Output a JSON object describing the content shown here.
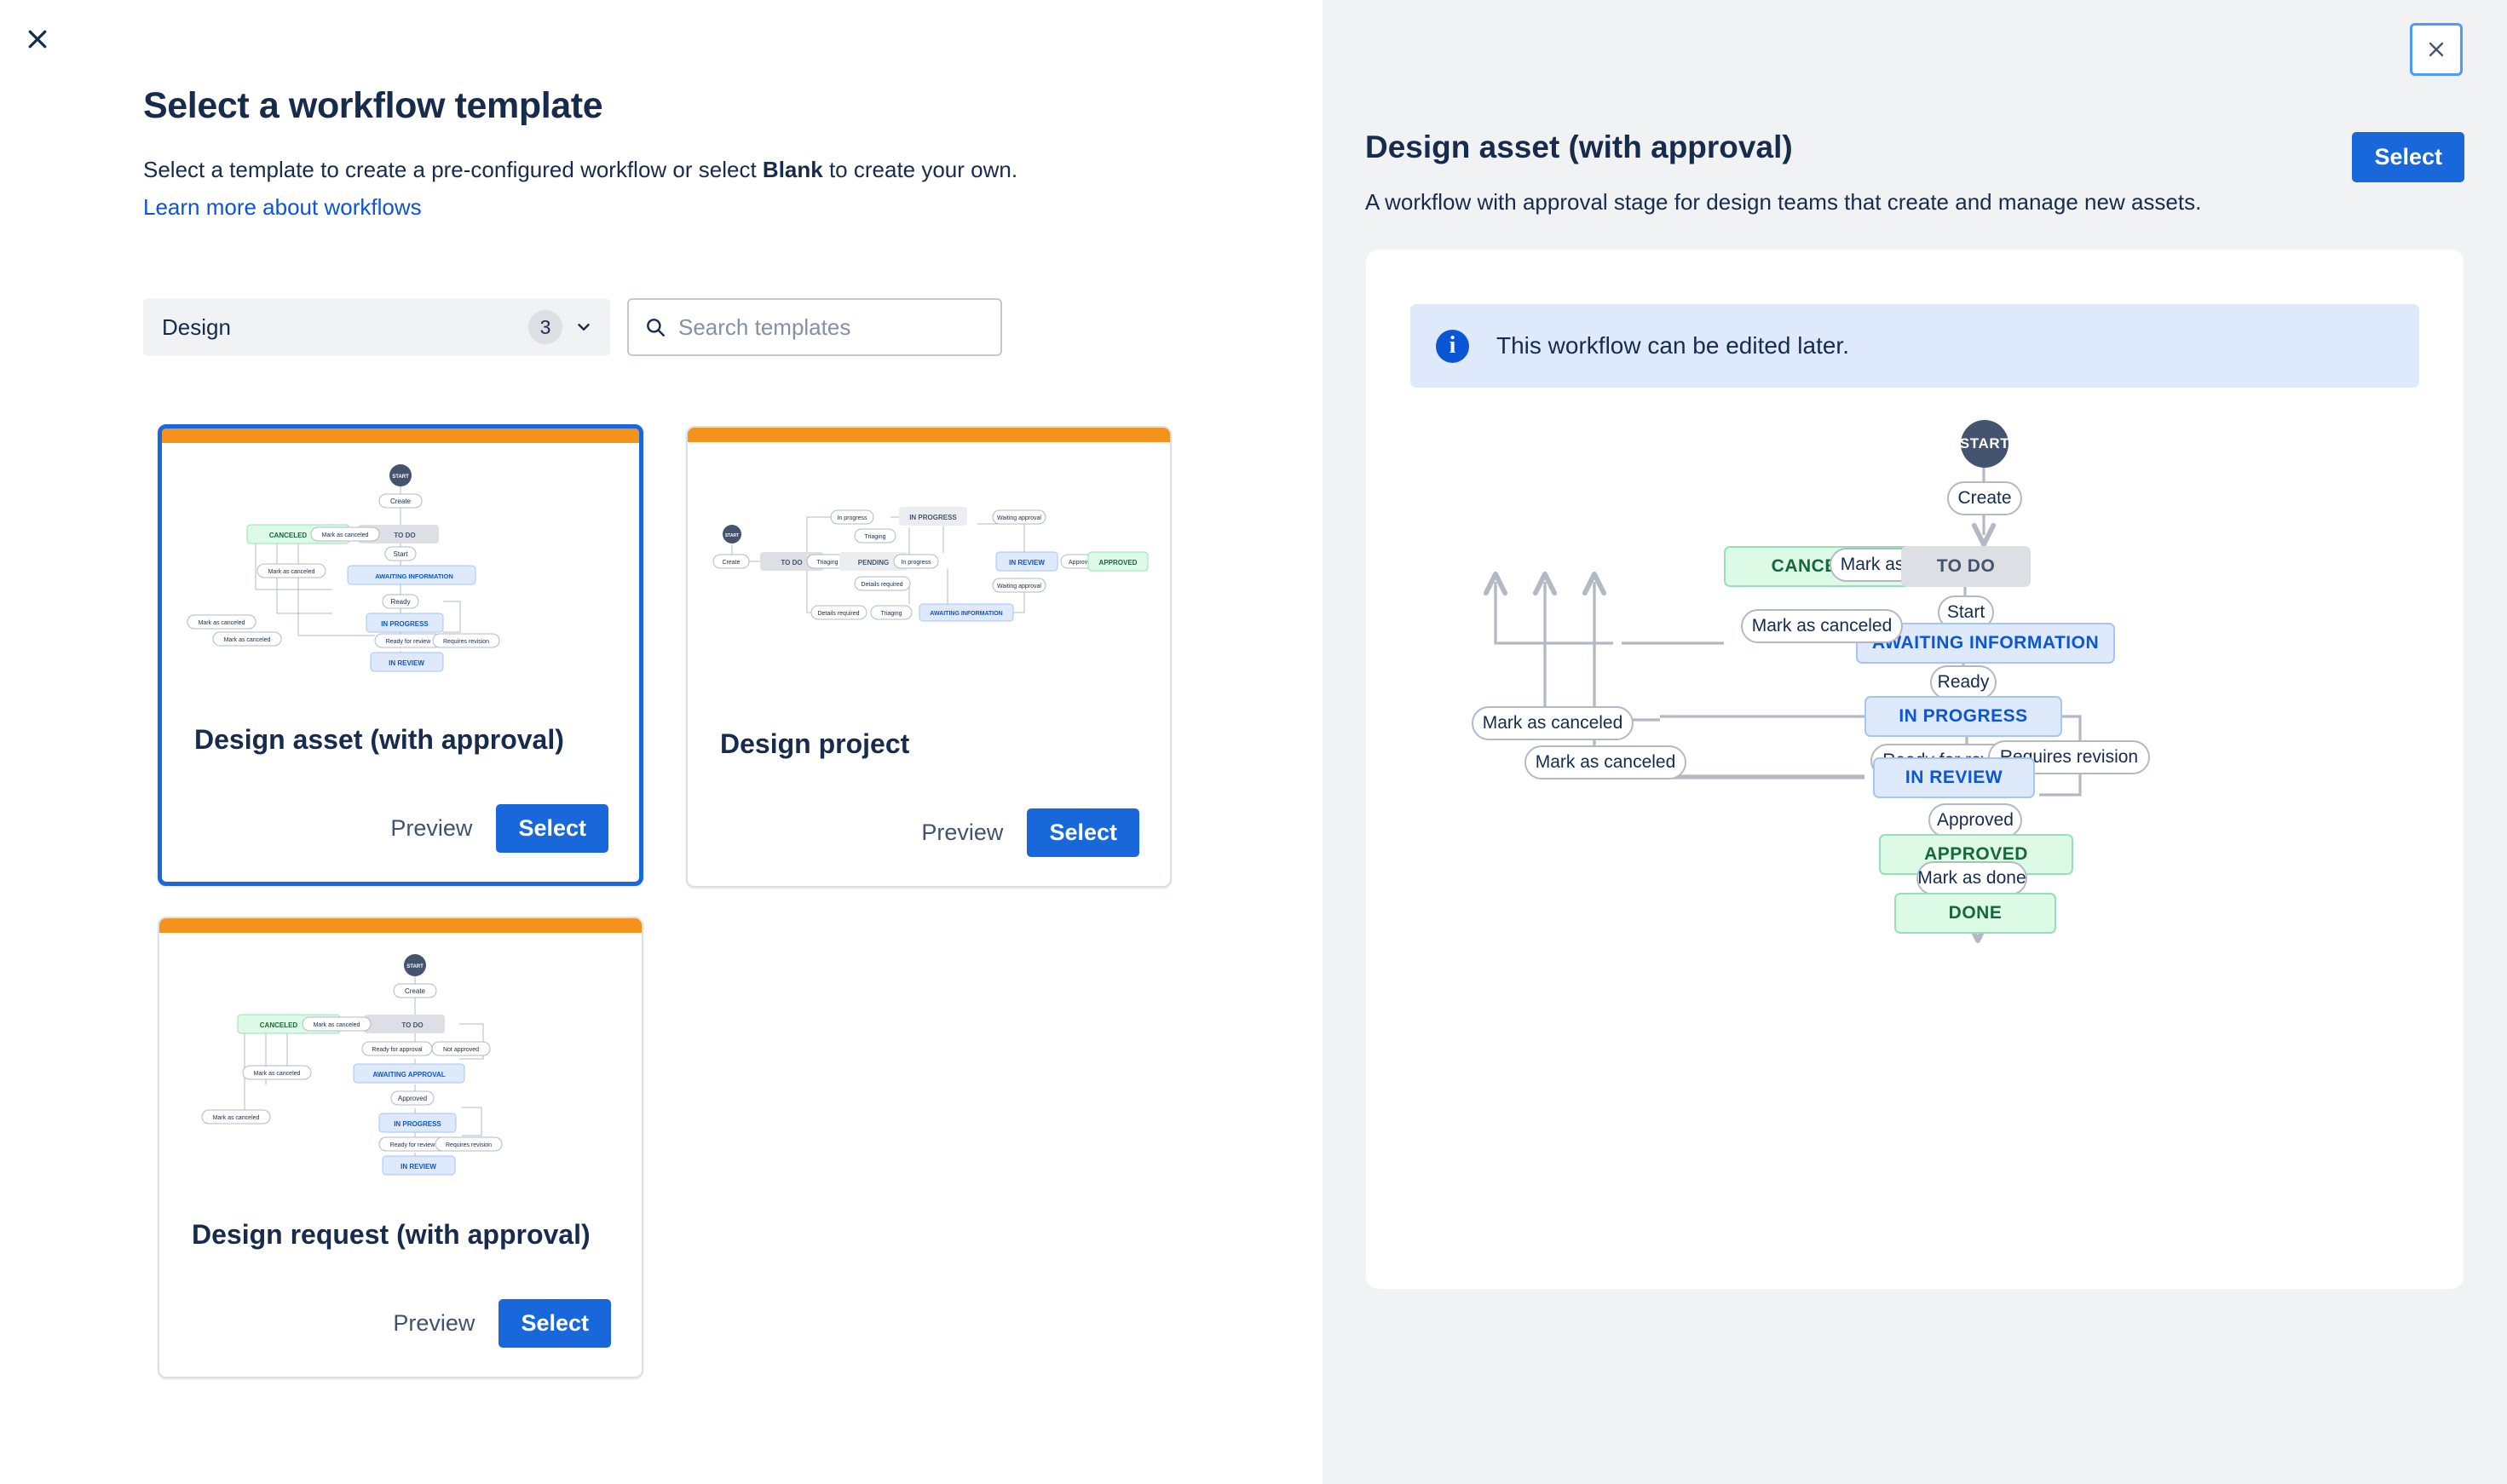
{
  "left": {
    "close_icon": "close-icon",
    "title": "Select a workflow template",
    "subtitle_pre": "Select a template to create a pre-configured workflow or select ",
    "subtitle_bold": "Blank",
    "subtitle_post": " to create your own.",
    "learn_link": "Learn more about workflows",
    "filter": {
      "label": "Design",
      "count": "3",
      "chevron_icon": "chevron-down-icon"
    },
    "search": {
      "placeholder": "Search templates",
      "value": "",
      "icon": "search-icon"
    },
    "cards": [
      {
        "name": "Design asset (with approval)",
        "preview_label": "Preview",
        "select_label": "Select",
        "accent": "#F5921B",
        "selected": true
      },
      {
        "name": "Design project",
        "preview_label": "Preview",
        "select_label": "Select",
        "accent": "#F5921B",
        "selected": false
      },
      {
        "name": "Design request (with approval)",
        "preview_label": "Preview",
        "select_label": "Select",
        "accent": "#F5921B",
        "selected": false
      }
    ]
  },
  "right": {
    "close_icon": "close-icon",
    "title": "Design asset (with approval)",
    "description": "A workflow with approval stage for design teams that create and manage new assets.",
    "select_label": "Select",
    "banner": {
      "icon": "info-icon",
      "text": "This workflow can be edited later."
    },
    "diagram": {
      "nodes": [
        {
          "id": "start",
          "label": "START",
          "kind": "start"
        },
        {
          "id": "canceled",
          "label": "CANCELED",
          "kind": "green"
        },
        {
          "id": "todo",
          "label": "TO DO",
          "kind": "gray"
        },
        {
          "id": "awaiting",
          "label": "AWAITING INFORMATION",
          "kind": "blue"
        },
        {
          "id": "inprog",
          "label": "IN PROGRESS",
          "kind": "blue"
        },
        {
          "id": "inrev",
          "label": "IN REVIEW",
          "kind": "blue"
        },
        {
          "id": "approved",
          "label": "APPROVED",
          "kind": "green"
        },
        {
          "id": "done",
          "label": "DONE",
          "kind": "green"
        }
      ],
      "transitions": [
        {
          "id": "t-create",
          "label": "Create"
        },
        {
          "id": "t-cancel-1",
          "label": "Mark as canceled"
        },
        {
          "id": "t-start",
          "label": "Start"
        },
        {
          "id": "t-cancel-2",
          "label": "Mark as canceled"
        },
        {
          "id": "t-ready",
          "label": "Ready"
        },
        {
          "id": "t-cancel-3",
          "label": "Mark as canceled"
        },
        {
          "id": "t-cancel-4",
          "label": "Mark as canceled"
        },
        {
          "id": "t-r4r",
          "label": "Ready for review"
        },
        {
          "id": "t-revision",
          "label": "Requires revision"
        },
        {
          "id": "t-approved",
          "label": "Approved"
        },
        {
          "id": "t-done",
          "label": "Mark as done"
        }
      ]
    }
  },
  "colors": {
    "accent_blue": "#1868DB",
    "link_blue": "#0C55D4",
    "card_accent": "#F5921B",
    "panel_bg": "#F1F2F4",
    "text": "#172B4D",
    "status_green_bg": "#DCFAE6",
    "status_green_fg": "#15683B",
    "status_blue_bg": "#DEE9FC",
    "status_blue_fg": "#0C55D4",
    "status_gray_bg": "#DCDFE4",
    "status_gray_fg": "#44546F"
  }
}
